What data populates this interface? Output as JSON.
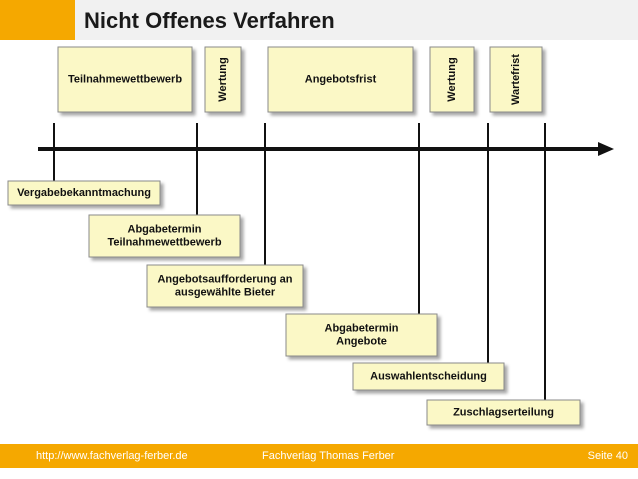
{
  "title": "Nicht Offenes Verfahren",
  "colors": {
    "accent": "#f5a800",
    "box_fill": "#fbf8c6",
    "box_border": "#8a8a8a",
    "line": "#111111",
    "header_band": "#f1f1f1"
  },
  "phases": [
    {
      "label": "Teilnahmewettbewerb",
      "vertical": false
    },
    {
      "label": "Wertung",
      "vertical": true
    },
    {
      "label": "Angebotsfrist",
      "vertical": false
    },
    {
      "label": "Wertung",
      "vertical": true
    },
    {
      "label": "Wartefrist",
      "vertical": true
    }
  ],
  "milestones": [
    {
      "lines": [
        "Vergabebekanntmachung"
      ]
    },
    {
      "lines": [
        "Abgabetermin",
        "Teilnahmewettbewerb"
      ]
    },
    {
      "lines": [
        "Angebotsaufforderung an",
        "ausgewählte Bieter"
      ]
    },
    {
      "lines": [
        "Abgabetermin",
        "Angebote"
      ]
    },
    {
      "lines": [
        "Auswahlentscheidung"
      ]
    },
    {
      "lines": [
        "Zuschlagserteilung"
      ]
    }
  ],
  "footer": {
    "url": "http://www.fachverlag-ferber.de",
    "publisher": "Fachverlag Thomas Ferber",
    "page": "Seite 40"
  }
}
